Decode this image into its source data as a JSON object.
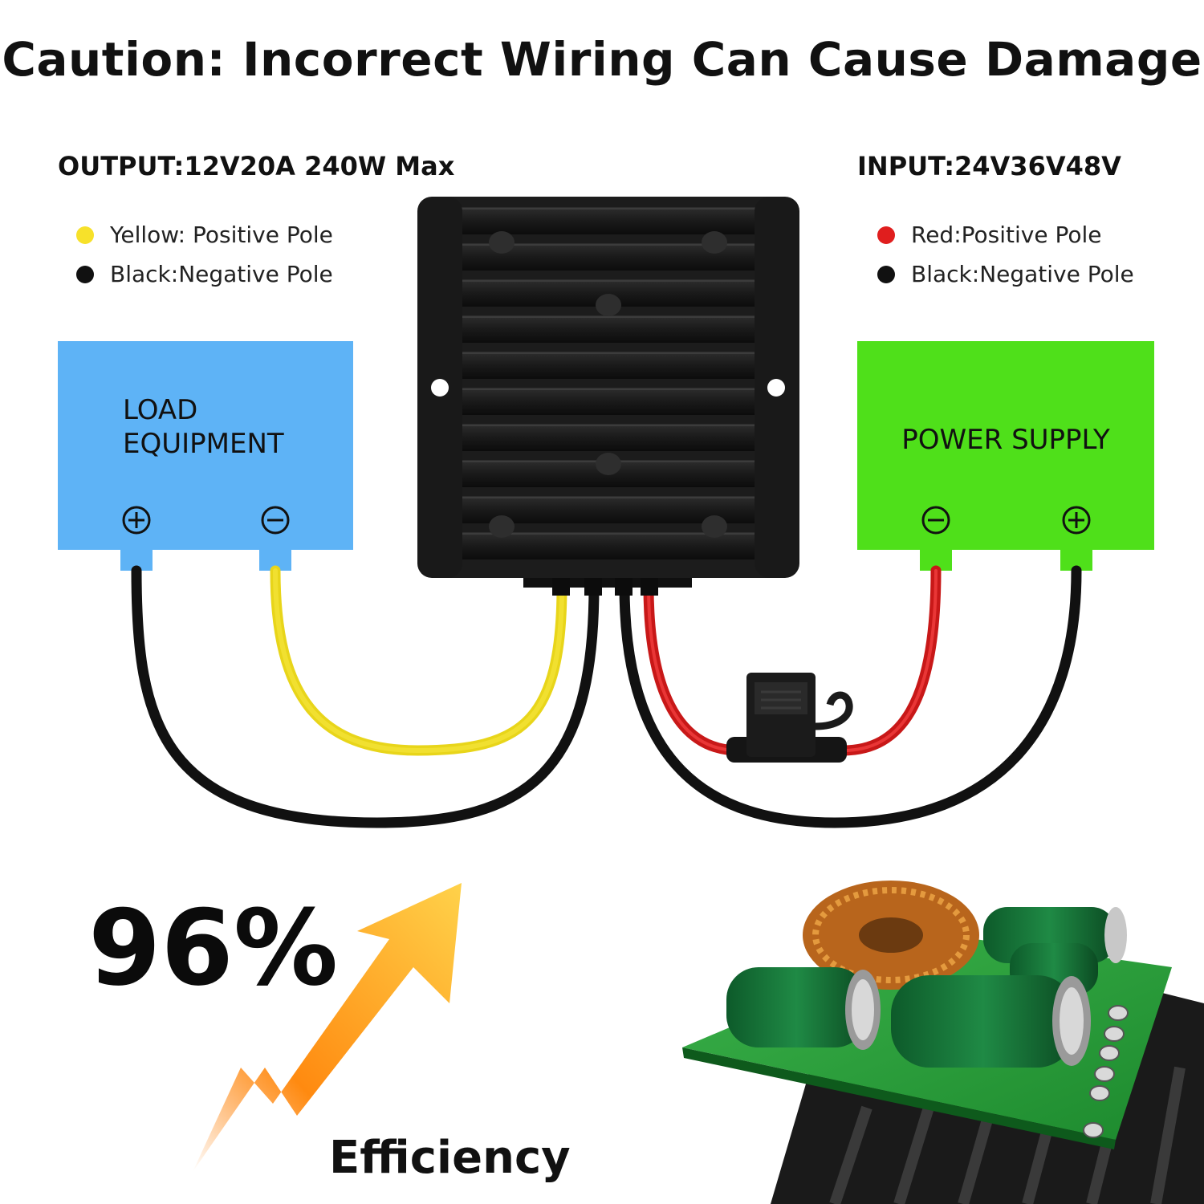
{
  "title": "Caution: Incorrect Wiring Can Cause Damage",
  "output": {
    "spec": "OUTPUT:12V20A 240W Max",
    "legend": [
      {
        "label": "Yellow: Positive Pole",
        "color": "#f7e12a"
      },
      {
        "label": "Black:Negative Pole",
        "color": "#111111"
      }
    ]
  },
  "input": {
    "spec": "INPUT:24V36V48V",
    "legend": [
      {
        "label": "Red:Positive Pole",
        "color": "#e01e1e"
      },
      {
        "label": "Black:Negative Pole",
        "color": "#111111"
      }
    ]
  },
  "load_box": {
    "label_line1": "LOAD",
    "label_line2": "EQUIPMENT",
    "color": "#5eb3f6"
  },
  "supply_box": {
    "label": "POWER SUPPLY",
    "color": "#4fe01a"
  },
  "efficiency": {
    "value": "96%",
    "label": "Efficiency"
  }
}
